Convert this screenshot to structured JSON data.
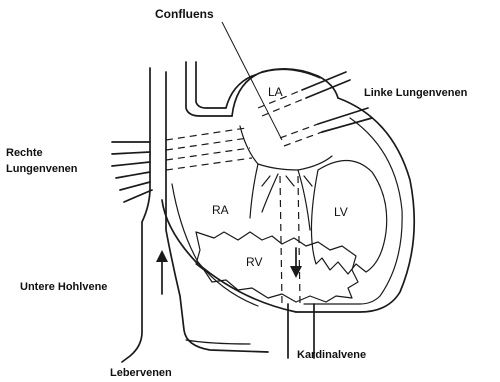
{
  "labels": {
    "confluens": "Confluens",
    "linke_lungenvenen": "Linke Lungenvenen",
    "rechte_lungenvenen_line1": "Rechte",
    "rechte_lungenvenen_line2": "Lungenvenen",
    "untere_hohlvene": "Untere Hohlvene",
    "lebervenen": "Lebervenen",
    "kardinalvene": "Kardinalvene"
  },
  "chambers": {
    "la": "LA",
    "lv": "LV",
    "ra": "RA",
    "rv": "RV"
  }
}
